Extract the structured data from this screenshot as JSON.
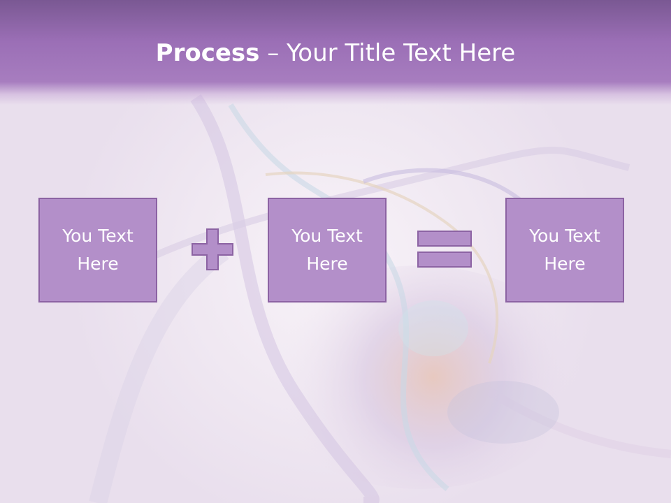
{
  "title": {
    "strong": "Process",
    "dash": " – ",
    "rest": "Your Title Text Here"
  },
  "process": {
    "box_1": "You Text\nHere",
    "box_2": "You Text\nHere",
    "box_3": "You Text\nHere"
  },
  "operators": [
    "plus-icon",
    "equals-icon"
  ],
  "colors": {
    "header": "#9b6fb6",
    "box_fill": "#b38fc9",
    "box_border": "#8c63a3",
    "text": "#ffffff"
  }
}
